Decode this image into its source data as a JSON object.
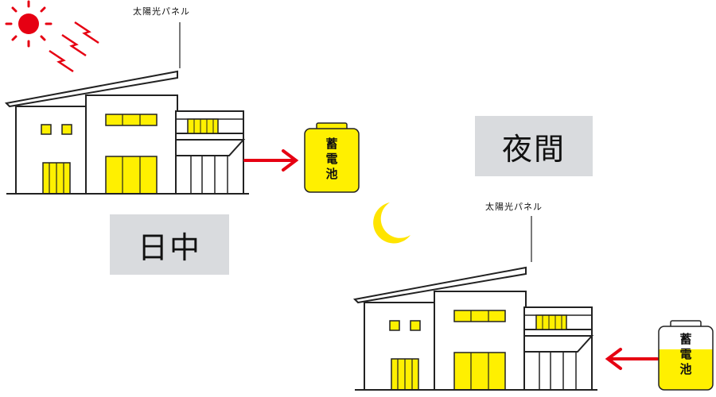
{
  "day": {
    "time_label": "日中",
    "panel_label": "太陽光パネル",
    "battery_label": [
      "蓄",
      "電",
      "池"
    ]
  },
  "night": {
    "time_label": "夜間",
    "panel_label": "太陽光パネル",
    "battery_label": [
      "蓄",
      "電",
      "池"
    ]
  },
  "colors": {
    "sun": "#e60012",
    "arrow": "#e60012",
    "window_yellow": "#fff000",
    "moon": "#ffe400",
    "label_bg": "#d9dbde",
    "line": "#222222"
  },
  "icons": [
    "sun-icon",
    "moon-icon",
    "house-icon",
    "battery-icon",
    "arrow-icon"
  ]
}
